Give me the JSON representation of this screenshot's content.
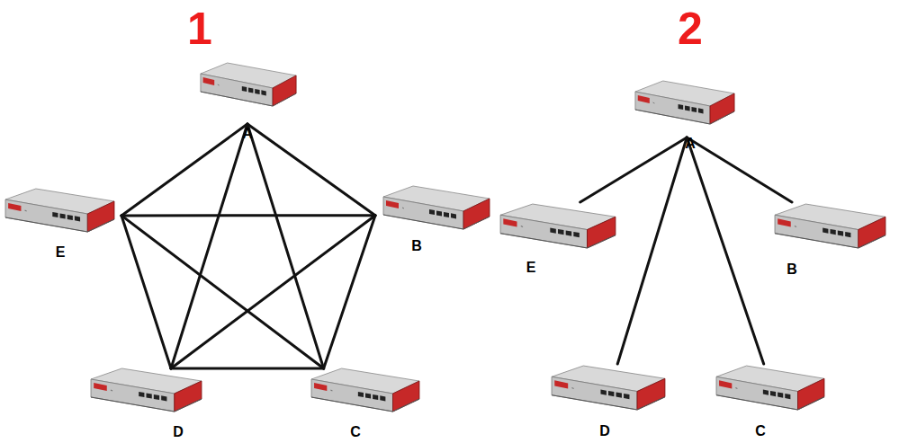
{
  "diagram": {
    "nodes": [
      {
        "text": [
          "A"
        ]
      },
      {
        "text": [
          "E"
        ]
      },
      {
        "text": [
          "B"
        ]
      },
      {
        "text": [
          "D"
        ]
      },
      {
        "text": [
          "C"
        ]
      },
      {
        "text": [
          "A"
        ]
      },
      {
        "text": [
          "E"
        ]
      },
      {
        "text": [
          "B"
        ]
      },
      {
        "text": [
          "D"
        ]
      },
      {
        "text": [
          "C"
        ]
      }
    ],
    "edges": [
      {
        "from": 0,
        "to": 1,
        "arrow": "none"
      },
      {
        "from": 0,
        "to": 2,
        "arrow": "none"
      },
      {
        "from": 0,
        "to": 3,
        "arrow": "none"
      },
      {
        "from": 0,
        "to": 4,
        "arrow": "none"
      },
      {
        "from": 1,
        "to": 2,
        "arrow": "none"
      },
      {
        "from": 1,
        "to": 3,
        "arrow": "none"
      },
      {
        "from": 1,
        "to": 4,
        "arrow": "none"
      },
      {
        "from": 2,
        "to": 3,
        "arrow": "none"
      },
      {
        "from": 2,
        "to": 4,
        "arrow": "none"
      },
      {
        "from": 3,
        "to": 4,
        "arrow": "none"
      },
      {
        "from": 5,
        "to": 6,
        "arrow": "none"
      },
      {
        "from": 5,
        "to": 7,
        "arrow": "none"
      },
      {
        "from": 5,
        "to": 8,
        "arrow": "none"
      },
      {
        "from": 5,
        "to": 9,
        "arrow": "none"
      }
    ],
    "labels": [
      "1",
      "2"
    ]
  }
}
